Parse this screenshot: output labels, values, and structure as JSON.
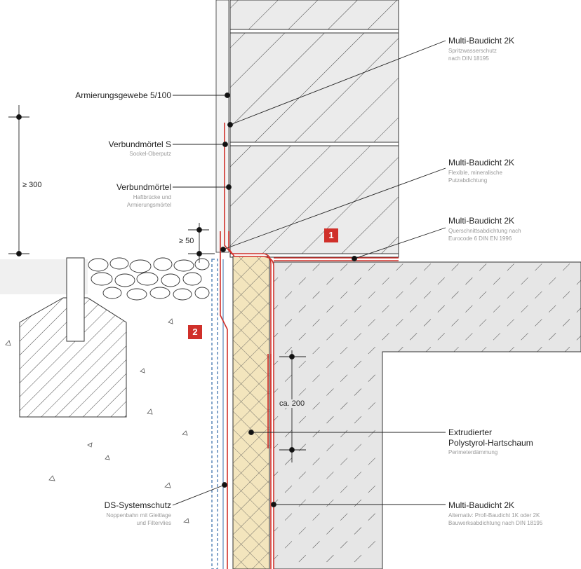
{
  "colors": {
    "membrane": "#d0302a",
    "insulation": "#f3e5bd",
    "dimple_sheet": "#5b87b8",
    "masonry": "#ebebeb",
    "concrete": "#e6e6e6"
  },
  "labels": {
    "armierungsgewebe": {
      "title": "Armierungsgewebe 5/100"
    },
    "verbundmoertel_s": {
      "title": "Verbundmörtel S",
      "sub": "Sockel-Oberputz"
    },
    "verbundmoertel": {
      "title": "Verbundmörtel",
      "sub1": "Haftbrücke und",
      "sub2": "Armierungsmörtel"
    },
    "ds_systemschutz": {
      "title": "DS-Systemschutz",
      "sub1": "Noppenbahn mit Gleitlage",
      "sub2": "und Filtervlies"
    },
    "mb_spritzwasser": {
      "title": "Multi-Baudicht 2K",
      "sub1": "Spritzwasserschutz",
      "sub2": "nach DIN 18195"
    },
    "mb_putz": {
      "title": "Multi-Baudicht 2K",
      "sub1": "Flexible, mineralische",
      "sub2": "Putzabdichtung"
    },
    "mb_querschnitt": {
      "title": "Multi-Baudicht 2K",
      "sub1": "Querschnittsabdichtung nach",
      "sub2": "Eurocode 6 DIN EN 1996"
    },
    "xps": {
      "title1": "Extrudierter",
      "title2": "Polystyrol-Hartschaum",
      "sub": "Perimeterdämmung"
    },
    "mb_bauwerk": {
      "title": "Multi-Baudicht 2K",
      "sub1": "Alternativ: Profi-Baudicht 1K oder 2K",
      "sub2": "Bauwerksabdichtung nach DIN 18195"
    }
  },
  "dimensions": {
    "d300": "≥ 300",
    "d50": "≥ 50",
    "d200": "ca. 200"
  },
  "badges": {
    "b1": "1",
    "b2": "2"
  }
}
